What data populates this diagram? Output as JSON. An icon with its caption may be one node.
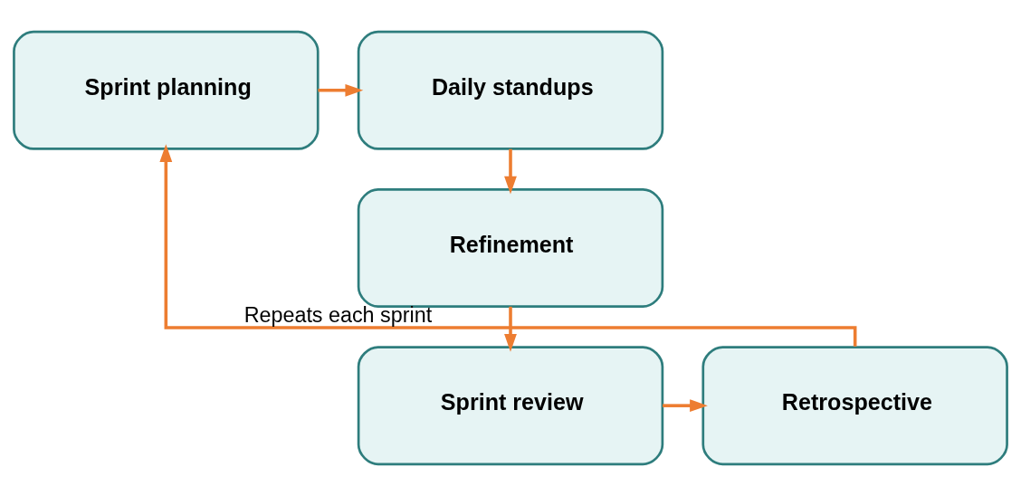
{
  "diagram": {
    "nodes": [
      {
        "text": [
          "Sprint planning"
        ]
      },
      {
        "text": [
          "Daily standups"
        ]
      },
      {
        "text": [
          "Refinement"
        ]
      },
      {
        "text": [
          "Sprint review"
        ]
      },
      {
        "text": [
          "Retrospective"
        ]
      }
    ],
    "edges": [
      {
        "from": 0,
        "to": 1,
        "arrow": "to"
      },
      {
        "from": 1,
        "to": 2,
        "arrow": "to"
      },
      {
        "from": 2,
        "to": 3,
        "arrow": "to"
      },
      {
        "from": 3,
        "to": 4,
        "arrow": "to"
      },
      {
        "from": 4,
        "to": 0,
        "arrow": "to",
        "label": "Repeats each sprint"
      }
    ]
  }
}
